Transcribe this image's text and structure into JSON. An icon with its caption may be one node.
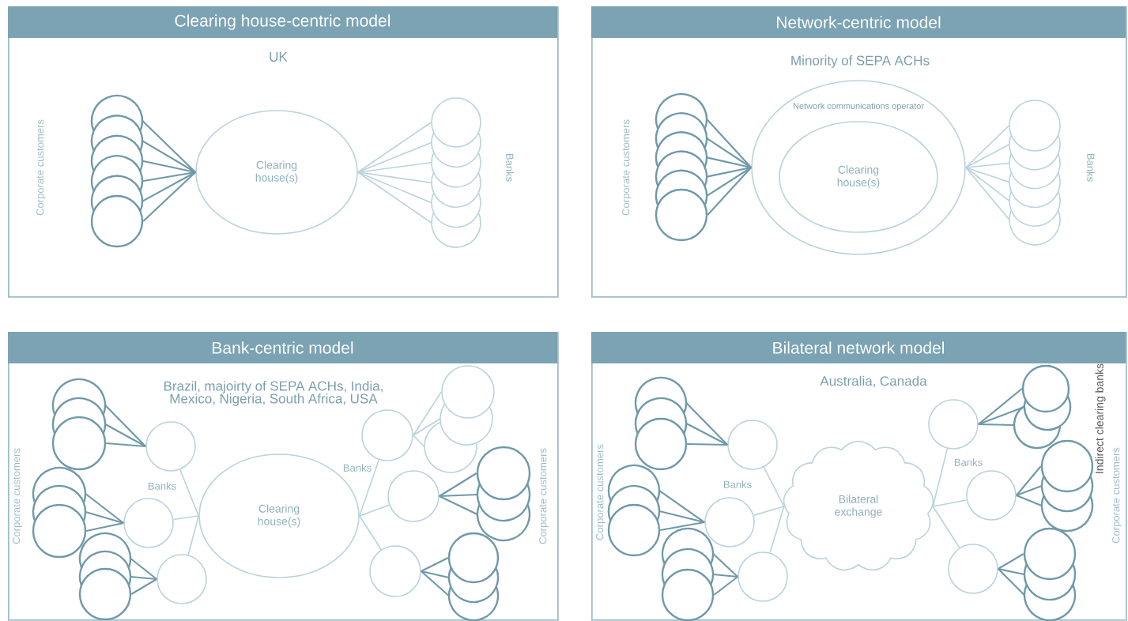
{
  "diagram": {
    "nodes": [
      {
        "text": [
          "Clearing house-centric model",
          "UK"
        ]
      },
      {
        "text": [
          "Clearing house(s)"
        ],
        "in": 0
      },
      {
        "text": [],
        "shape": "circle",
        "in": 0
      },
      {
        "text": [],
        "shape": "circle",
        "in": 0
      },
      {
        "text": [],
        "shape": "circle",
        "in": 0
      },
      {
        "text": [],
        "shape": "circle",
        "in": 0
      },
      {
        "text": [],
        "shape": "circle",
        "in": 0
      },
      {
        "text": [],
        "shape": "circle",
        "in": 0
      },
      {
        "text": [],
        "shape": "circle",
        "in": 0
      },
      {
        "text": [],
        "shape": "circle",
        "in": 0
      },
      {
        "text": [],
        "shape": "circle",
        "in": 0
      },
      {
        "text": [],
        "shape": "circle",
        "in": 0
      },
      {
        "text": [],
        "shape": "circle",
        "in": 0
      },
      {
        "text": [],
        "shape": "circle",
        "in": 0
      },
      {
        "text": [
          "Network-centric model",
          "Minority of SEPA ACHs"
        ]
      },
      {
        "text": [
          "Network communications operator"
        ],
        "in": 14
      },
      {
        "text": [
          "Clearing house(s)"
        ],
        "in": 15
      },
      {
        "text": [],
        "shape": "circle",
        "in": 14
      },
      {
        "text": [],
        "shape": "circle",
        "in": 14
      },
      {
        "text": [],
        "shape": "circle",
        "in": 14
      },
      {
        "text": [],
        "shape": "circle",
        "in": 14
      },
      {
        "text": [],
        "shape": "circle",
        "in": 14
      },
      {
        "text": [],
        "shape": "circle",
        "in": 14
      },
      {
        "text": [],
        "shape": "circle",
        "in": 14
      },
      {
        "text": [],
        "shape": "circle",
        "in": 14
      },
      {
        "text": [],
        "shape": "circle",
        "in": 14
      },
      {
        "text": [],
        "shape": "circle",
        "in": 14
      },
      {
        "text": [],
        "shape": "circle",
        "in": 14
      },
      {
        "text": [],
        "shape": "circle",
        "in": 14
      },
      {
        "text": [
          "Bank-centric model",
          "Brazil, majoirty of SEPA ACHs, India, Mexico, Nigeria, South Africa, USA"
        ]
      },
      {
        "text": [
          "Clearing house(s)"
        ],
        "in": 29
      },
      {
        "text": [],
        "shape": "circle",
        "in": 29
      },
      {
        "text": [],
        "shape": "circle",
        "in": 29
      },
      {
        "text": [],
        "shape": "circle",
        "in": 29
      },
      {
        "text": [],
        "shape": "circle",
        "in": 29
      },
      {
        "text": [],
        "shape": "circle",
        "in": 29
      },
      {
        "text": [],
        "shape": "circle",
        "in": 29
      },
      {
        "text": [],
        "shape": "circle",
        "in": 29
      },
      {
        "text": [],
        "shape": "circle",
        "in": 29
      },
      {
        "text": [],
        "shape": "circle",
        "in": 29
      },
      {
        "text": [],
        "shape": "circle",
        "in": 29
      },
      {
        "text": [],
        "shape": "circle",
        "in": 29
      },
      {
        "text": [],
        "shape": "circle",
        "in": 29
      },
      {
        "text": [],
        "shape": "circle",
        "in": 29
      },
      {
        "text": [],
        "shape": "circle",
        "in": 29
      },
      {
        "text": [],
        "shape": "circle",
        "in": 29
      },
      {
        "text": [],
        "shape": "circle",
        "in": 29
      },
      {
        "text": [],
        "shape": "circle",
        "in": 29
      },
      {
        "text": [],
        "shape": "circle",
        "in": 29
      },
      {
        "text": [],
        "shape": "circle",
        "in": 29
      },
      {
        "text": [],
        "shape": "circle",
        "in": 29
      },
      {
        "text": [],
        "shape": "circle",
        "in": 29
      },
      {
        "text": [],
        "shape": "circle",
        "in": 29
      },
      {
        "text": [],
        "shape": "circle",
        "in": 29
      },
      {
        "text": [],
        "shape": "circle",
        "in": 29
      },
      {
        "text": [
          "Bilateral network model",
          "Australia, Canada"
        ]
      },
      {
        "text": [
          "Bilateral exchange"
        ],
        "in": 55
      },
      {
        "text": [],
        "shape": "circle",
        "in": 55
      },
      {
        "text": [],
        "shape": "circle",
        "in": 55
      },
      {
        "text": [],
        "shape": "circle",
        "in": 55
      },
      {
        "text": [],
        "shape": "circle",
        "in": 55
      },
      {
        "text": [],
        "shape": "circle",
        "in": 55
      },
      {
        "text": [],
        "shape": "circle",
        "in": 55
      },
      {
        "text": [],
        "shape": "circle",
        "in": 55
      },
      {
        "text": [],
        "shape": "circle",
        "in": 55
      },
      {
        "text": [],
        "shape": "circle",
        "in": 55
      },
      {
        "text": [],
        "shape": "circle",
        "in": 55
      },
      {
        "text": [],
        "shape": "circle",
        "in": 55
      },
      {
        "text": [],
        "shape": "circle",
        "in": 55
      },
      {
        "text": [],
        "shape": "circle",
        "in": 55
      },
      {
        "text": [],
        "shape": "circle",
        "in": 55
      },
      {
        "text": [],
        "shape": "circle",
        "in": 55
      },
      {
        "text": [],
        "shape": "circle",
        "in": 55
      },
      {
        "text": [],
        "shape": "circle",
        "in": 55
      },
      {
        "text": [],
        "shape": "circle",
        "in": 55
      },
      {
        "text": [],
        "shape": "circle",
        "in": 55
      },
      {
        "text": [],
        "shape": "circle",
        "in": 55
      },
      {
        "text": [],
        "shape": "circle",
        "in": 55
      },
      {
        "text": [],
        "shape": "circle",
        "in": 55
      },
      {
        "text": [],
        "shape": "circle",
        "in": 55
      },
      {
        "text": [],
        "shape": "circle",
        "in": 55
      }
    ],
    "edges": [
      {
        "from": 2,
        "to": 1,
        "arrow": "none"
      },
      {
        "from": 3,
        "to": 1,
        "arrow": "none"
      },
      {
        "from": 4,
        "to": 1,
        "arrow": "none"
      },
      {
        "from": 5,
        "to": 1,
        "arrow": "none"
      },
      {
        "from": 6,
        "to": 1,
        "arrow": "none"
      },
      {
        "from": 7,
        "to": 1,
        "arrow": "none"
      },
      {
        "from": 8,
        "to": 1,
        "arrow": "none",
        "color": "#b9d3dc"
      },
      {
        "from": 9,
        "to": 1,
        "arrow": "none",
        "color": "#b9d3dc"
      },
      {
        "from": 10,
        "to": 1,
        "arrow": "none",
        "color": "#b9d3dc"
      },
      {
        "from": 11,
        "to": 1,
        "arrow": "none",
        "color": "#b9d3dc"
      },
      {
        "from": 12,
        "to": 1,
        "arrow": "none",
        "color": "#b9d3dc"
      },
      {
        "from": 13,
        "to": 1,
        "arrow": "none",
        "color": "#b9d3dc"
      },
      {
        "from": 17,
        "to": 15,
        "arrow": "none"
      },
      {
        "from": 18,
        "to": 15,
        "arrow": "none"
      },
      {
        "from": 19,
        "to": 15,
        "arrow": "none"
      },
      {
        "from": 20,
        "to": 15,
        "arrow": "none"
      },
      {
        "from": 21,
        "to": 15,
        "arrow": "none"
      },
      {
        "from": 22,
        "to": 15,
        "arrow": "none"
      },
      {
        "from": 23,
        "to": 15,
        "arrow": "none",
        "color": "#b9d3dc"
      },
      {
        "from": 24,
        "to": 15,
        "arrow": "none",
        "color": "#b9d3dc"
      },
      {
        "from": 25,
        "to": 15,
        "arrow": "none",
        "color": "#b9d3dc"
      },
      {
        "from": 26,
        "to": 15,
        "arrow": "none",
        "color": "#b9d3dc"
      },
      {
        "from": 27,
        "to": 15,
        "arrow": "none",
        "color": "#b9d3dc"
      },
      {
        "from": 28,
        "to": 15,
        "arrow": "none",
        "color": "#b9d3dc"
      },
      {
        "from": 31,
        "to": 30,
        "arrow": "none",
        "color": "#b9d3dc"
      },
      {
        "from": 32,
        "to": 30,
        "arrow": "none",
        "color": "#b9d3dc"
      },
      {
        "from": 33,
        "to": 30,
        "arrow": "none",
        "color": "#b9d3dc"
      },
      {
        "from": 34,
        "to": 31,
        "arrow": "none"
      },
      {
        "from": 35,
        "to": 31,
        "arrow": "none"
      },
      {
        "from": 36,
        "to": 31,
        "arrow": "none"
      },
      {
        "from": 37,
        "to": 32,
        "arrow": "none"
      },
      {
        "from": 38,
        "to": 32,
        "arrow": "none"
      },
      {
        "from": 39,
        "to": 32,
        "arrow": "none"
      },
      {
        "from": 40,
        "to": 33,
        "arrow": "none"
      },
      {
        "from": 41,
        "to": 33,
        "arrow": "none"
      },
      {
        "from": 42,
        "to": 33,
        "arrow": "none"
      },
      {
        "from": 43,
        "to": 30,
        "arrow": "none",
        "color": "#b9d3dc"
      },
      {
        "from": 44,
        "to": 30,
        "arrow": "none",
        "color": "#b9d3dc"
      },
      {
        "from": 45,
        "to": 30,
        "arrow": "none",
        "color": "#b9d3dc"
      },
      {
        "from": 46,
        "to": 43,
        "arrow": "none",
        "color": "#b9d3dc"
      },
      {
        "from": 47,
        "to": 43,
        "arrow": "none",
        "color": "#b9d3dc"
      },
      {
        "from": 48,
        "to": 43,
        "arrow": "none",
        "color": "#b9d3dc"
      },
      {
        "from": 49,
        "to": 44,
        "arrow": "none"
      },
      {
        "from": 50,
        "to": 44,
        "arrow": "none"
      },
      {
        "from": 51,
        "to": 44,
        "arrow": "none"
      },
      {
        "from": 52,
        "to": 45,
        "arrow": "none"
      },
      {
        "from": 53,
        "to": 45,
        "arrow": "none"
      },
      {
        "from": 54,
        "to": 45,
        "arrow": "none"
      },
      {
        "from": 57,
        "to": 56,
        "arrow": "none",
        "color": "#b9d3dc"
      },
      {
        "from": 58,
        "to": 56,
        "arrow": "none",
        "color": "#b9d3dc"
      },
      {
        "from": 59,
        "to": 56,
        "arrow": "none",
        "color": "#b9d3dc"
      },
      {
        "from": 60,
        "to": 57,
        "arrow": "none"
      },
      {
        "from": 61,
        "to": 57,
        "arrow": "none"
      },
      {
        "from": 62,
        "to": 57,
        "arrow": "none"
      },
      {
        "from": 63,
        "to": 58,
        "arrow": "none"
      },
      {
        "from": 64,
        "to": 58,
        "arrow": "none"
      },
      {
        "from": 65,
        "to": 58,
        "arrow": "none"
      },
      {
        "from": 66,
        "to": 59,
        "arrow": "none"
      },
      {
        "from": 67,
        "to": 59,
        "arrow": "none"
      },
      {
        "from": 68,
        "to": 59,
        "arrow": "none"
      },
      {
        "from": 69,
        "to": 56,
        "arrow": "none",
        "color": "#b9d3dc"
      },
      {
        "from": 70,
        "to": 56,
        "arrow": "none",
        "color": "#b9d3dc"
      },
      {
        "from": 71,
        "to": 56,
        "arrow": "none",
        "color": "#b9d3dc"
      },
      {
        "from": 72,
        "to": 69,
        "arrow": "none"
      },
      {
        "from": 73,
        "to": 69,
        "arrow": "none"
      },
      {
        "from": 74,
        "to": 69,
        "arrow": "none"
      },
      {
        "from": 75,
        "to": 70,
        "arrow": "none"
      },
      {
        "from": 76,
        "to": 70,
        "arrow": "none"
      },
      {
        "from": 77,
        "to": 70,
        "arrow": "none"
      },
      {
        "from": 78,
        "to": 71,
        "arrow": "none"
      },
      {
        "from": 79,
        "to": 71,
        "arrow": "none"
      },
      {
        "from": 80,
        "to": 71,
        "arrow": "none"
      }
    ],
    "labels": [
      "Corporate customers",
      "Banks",
      "Corporate customers",
      "Banks",
      "Corporate customers",
      "Banks",
      "Banks",
      "Corporate customers",
      "Corporate customers",
      "Banks",
      "Banks",
      "Indirect clearing banks",
      "Corporate customers"
    ]
  }
}
